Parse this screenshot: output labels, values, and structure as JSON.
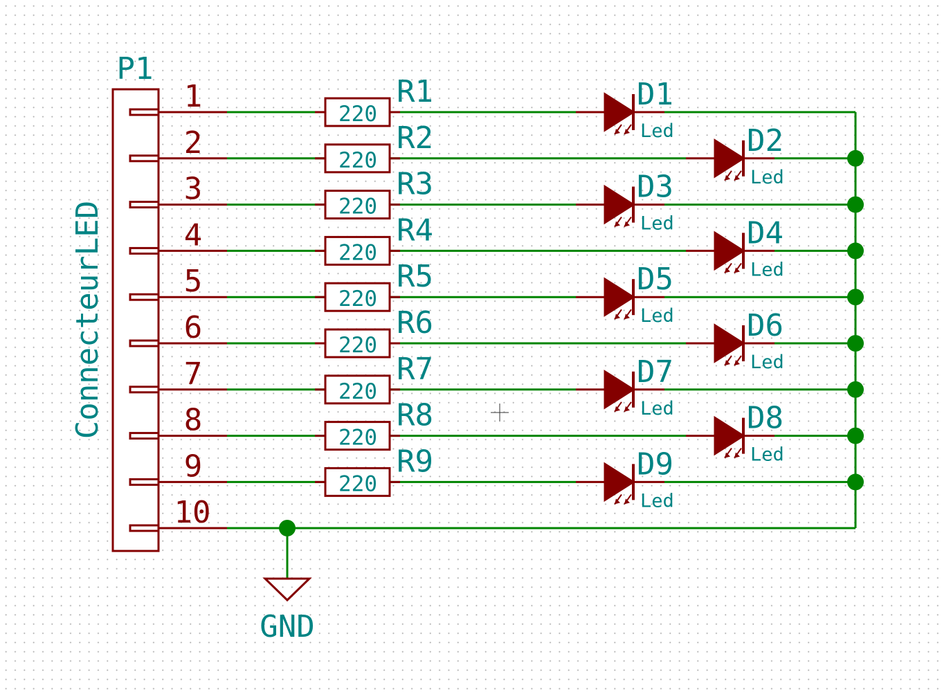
{
  "colors": {
    "wire": "#008400",
    "component": "#840000",
    "label": "#008484",
    "grid_dot": "#b4b4b4",
    "background": "#ffffff"
  },
  "connector": {
    "ref": "P1",
    "value": "ConnecteurLED",
    "pins": [
      "1",
      "2",
      "3",
      "4",
      "5",
      "6",
      "7",
      "8",
      "9",
      "10"
    ]
  },
  "resistors": [
    {
      "ref": "R1",
      "value": "220"
    },
    {
      "ref": "R2",
      "value": "220"
    },
    {
      "ref": "R3",
      "value": "220"
    },
    {
      "ref": "R4",
      "value": "220"
    },
    {
      "ref": "R5",
      "value": "220"
    },
    {
      "ref": "R6",
      "value": "220"
    },
    {
      "ref": "R7",
      "value": "220"
    },
    {
      "ref": "R8",
      "value": "220"
    },
    {
      "ref": "R9",
      "value": "220"
    }
  ],
  "leds": [
    {
      "ref": "D1",
      "value": "Led"
    },
    {
      "ref": "D2",
      "value": "Led"
    },
    {
      "ref": "D3",
      "value": "Led"
    },
    {
      "ref": "D4",
      "value": "Led"
    },
    {
      "ref": "D5",
      "value": "Led"
    },
    {
      "ref": "D6",
      "value": "Led"
    },
    {
      "ref": "D7",
      "value": "Led"
    },
    {
      "ref": "D8",
      "value": "Led"
    },
    {
      "ref": "D9",
      "value": "Led"
    }
  ],
  "ground": {
    "label": "GND"
  }
}
